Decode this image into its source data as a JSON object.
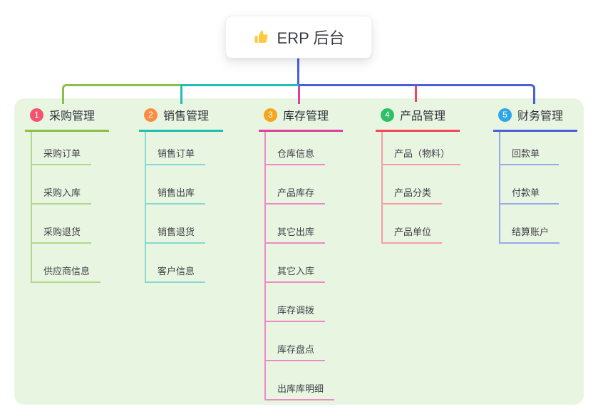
{
  "root": {
    "label": "ERP 后台",
    "icon": "thumbs-up-icon",
    "icon_color": "#ffc83d"
  },
  "canvas_bg": "#e8f6e1",
  "trunk_color": "#4a60d8",
  "branches": [
    {
      "num": "1",
      "label": "采购管理",
      "color": "#8bbf45",
      "light": "#b0d88c",
      "badge_color": "#f4536e",
      "children": [
        "采购订单",
        "采购入库",
        "采购退货",
        "供应商信息"
      ]
    },
    {
      "num": "2",
      "label": "销售管理",
      "color": "#22bdb3",
      "light": "#84d9d2",
      "badge_color": "#fb8c44",
      "children": [
        "销售订单",
        "销售出库",
        "销售退货",
        "客户信息"
      ]
    },
    {
      "num": "3",
      "label": "库存管理",
      "color": "#dd3f9e",
      "light": "#ee89c5",
      "badge_color": "#f6a51f",
      "children": [
        "仓库信息",
        "产品库存",
        "其它出库",
        "其它入库",
        "库存调拨",
        "库存盘点",
        "出库库明细"
      ]
    },
    {
      "num": "4",
      "label": "产品管理",
      "color": "#f2455a",
      "light": "#f79ca5",
      "badge_color": "#2fbf66",
      "children": [
        "产品（物料）",
        "产品分类",
        "产品单位"
      ]
    },
    {
      "num": "5",
      "label": "财务管理",
      "color": "#4a60d8",
      "light": "#96a8ea",
      "badge_color": "#2ea6e9",
      "children": [
        "回款单",
        "付款单",
        "结算账户"
      ]
    }
  ]
}
